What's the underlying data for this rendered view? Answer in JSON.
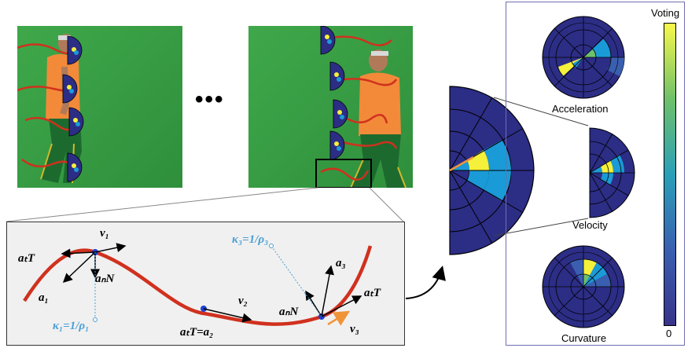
{
  "dots_label": "•••",
  "panels": {
    "acceleration_label": "Acceleration",
    "velocity_label": "Velocity",
    "curvature_label": "Curvature"
  },
  "colorbar": {
    "title": "Voting",
    "min_label": "0"
  },
  "colors": {
    "frame_bg": "#2f9a3e",
    "trajectory": "#d0311e",
    "histogram_base": "#2c2d85",
    "histogram_mid": "#1a9ad6",
    "histogram_high": "#f5f03a",
    "panel_border": "#6f6fb0",
    "annotation_blue": "#4a9fd5",
    "orange_arrow": "#f0943a"
  },
  "equations": {
    "v1": "v₁",
    "aT_T_left": "aₜT",
    "aN_N_left": "aₙN",
    "a1": "a₁",
    "kappa1": "κ₁=1/ρ₁",
    "v2": "v₂",
    "aT_T_eq_a2": "aₜT=a₂",
    "kappa3": "κ₃=1/ρ₃",
    "a3": "a₃",
    "aN_N_right": "aₙN",
    "aT_T_right": "aₜT",
    "v3": "v₃"
  }
}
